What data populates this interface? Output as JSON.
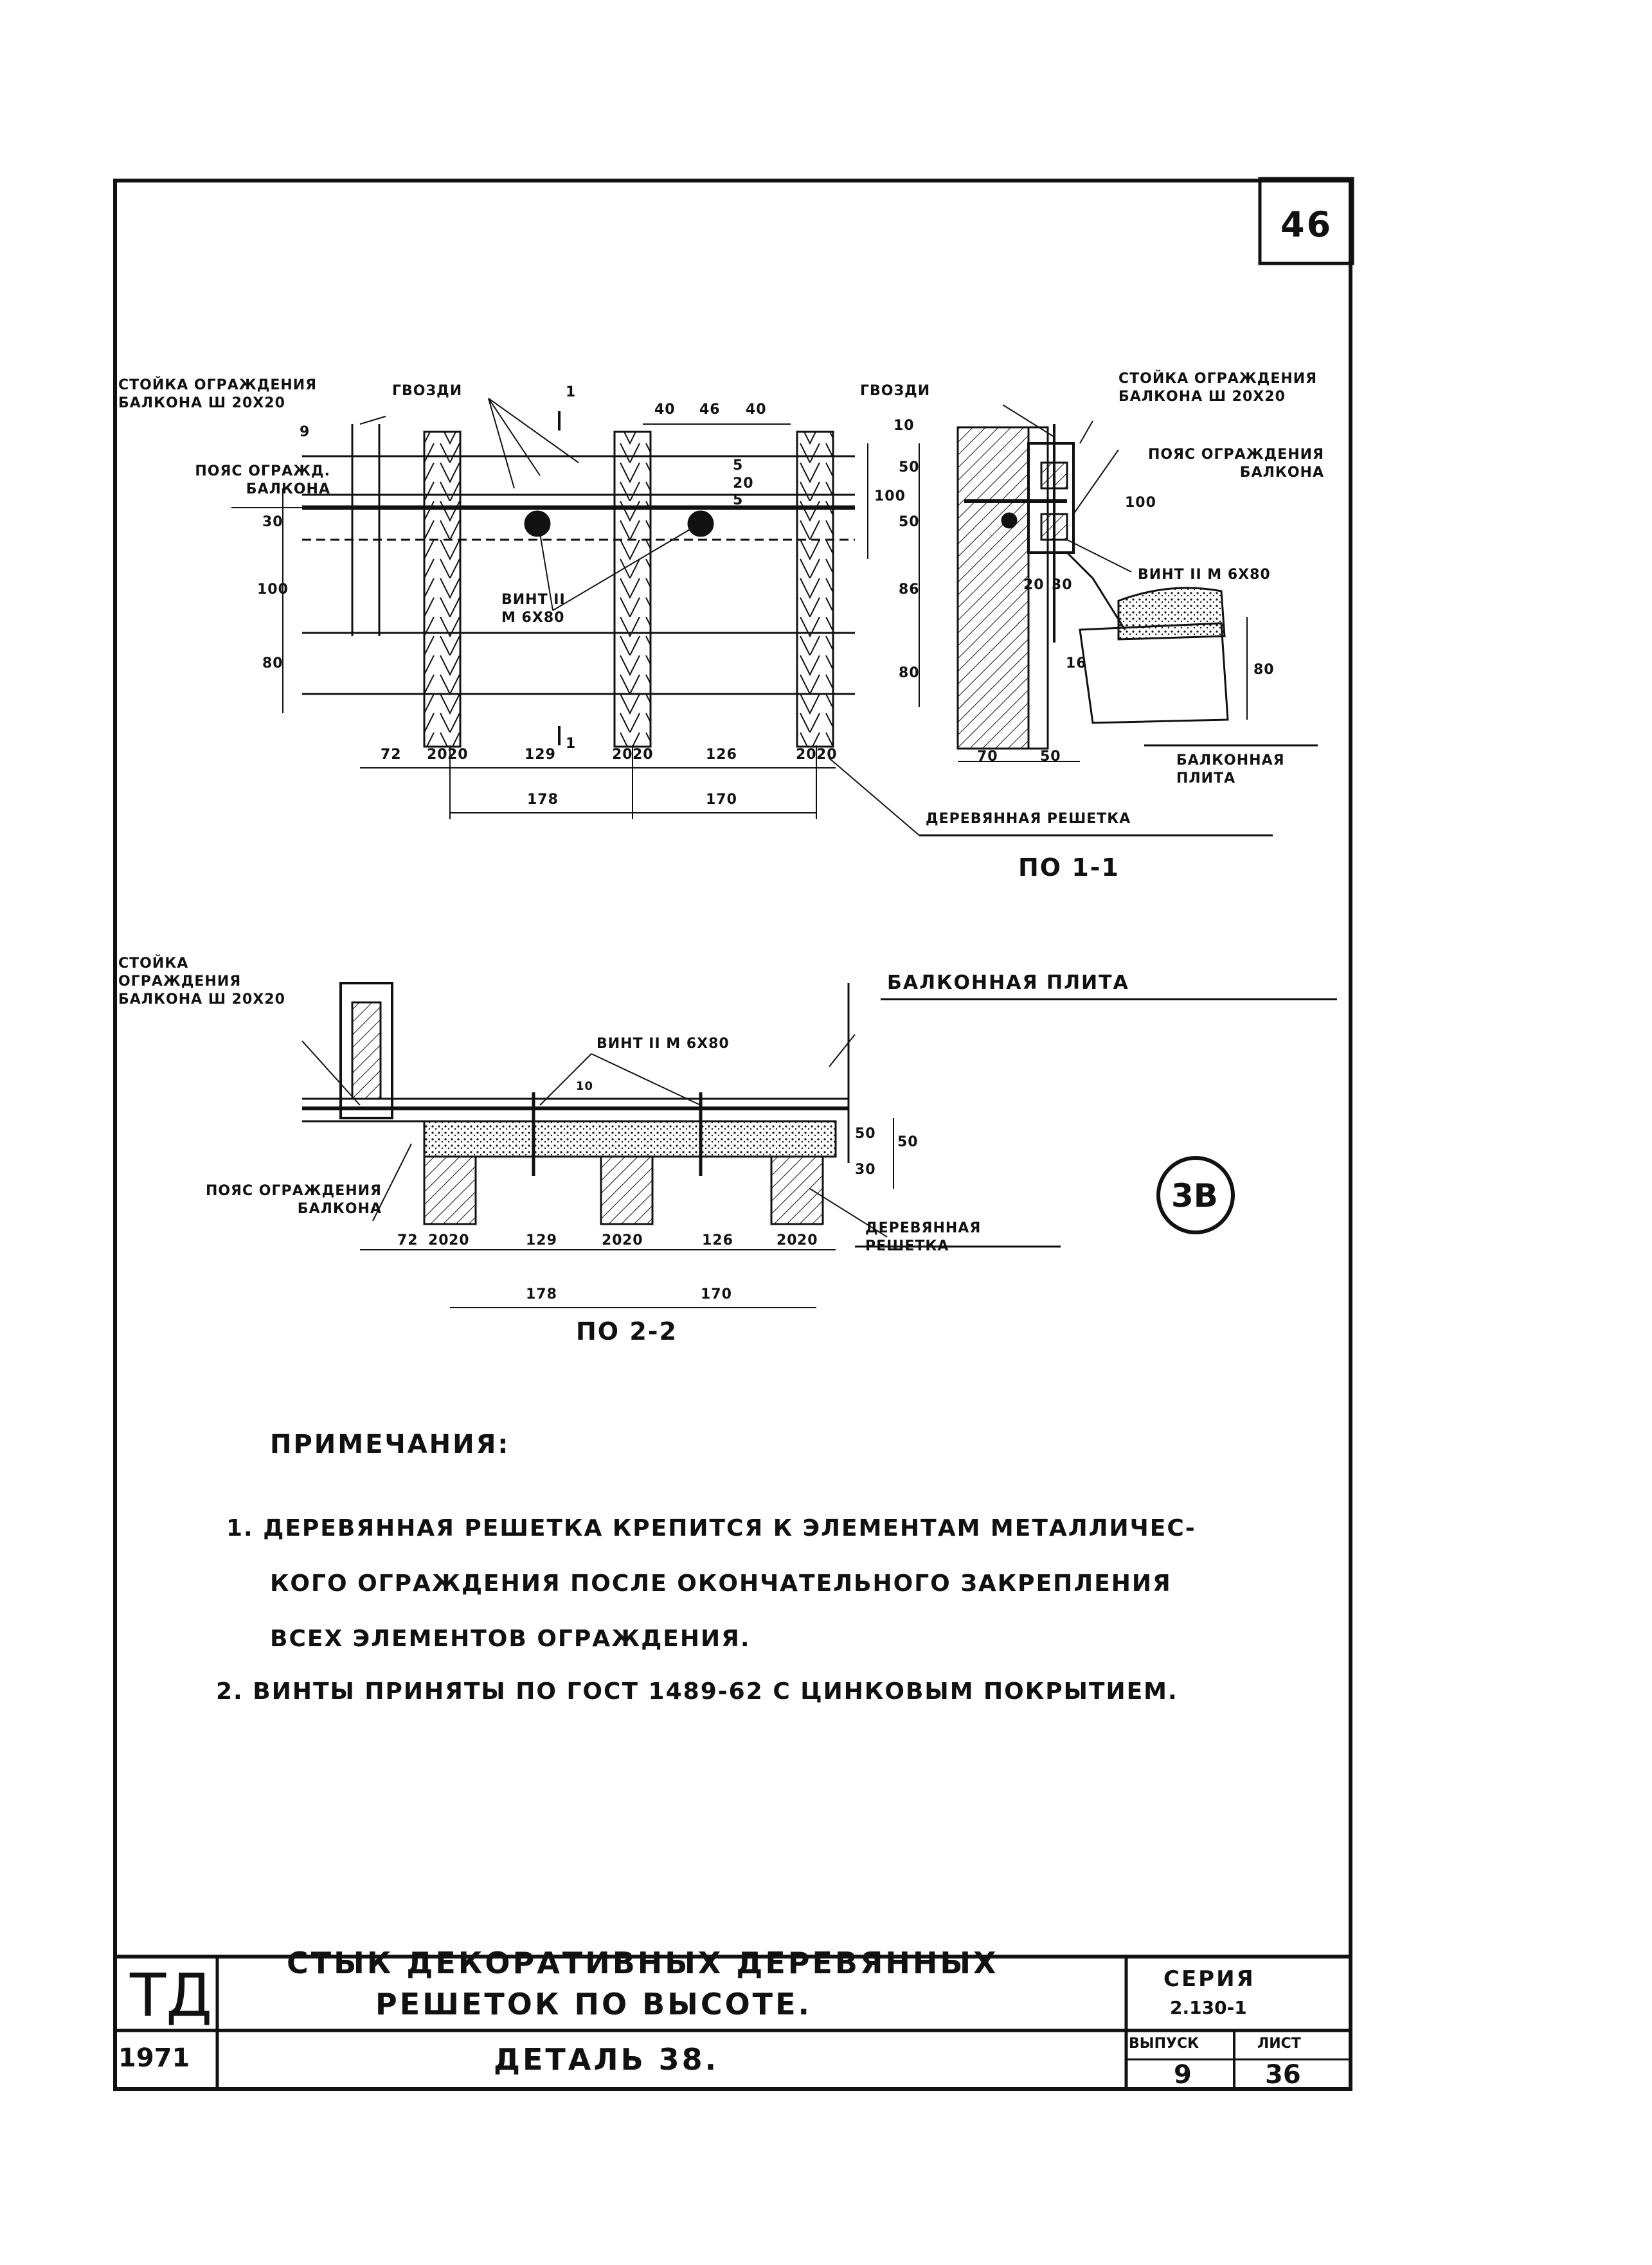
{
  "sheet_corner_number": "46",
  "upper_left_view": {
    "label_post": "СТОЙКА ОГРАЖДЕНИЯ БАЛКОНА ш 20х20",
    "label_nails": "ГВОЗДИ",
    "label_belt": "ПОЯС ОГРАЖД. БАЛКОНА",
    "label_screw": "ВИНТ ІІ М 6х80",
    "section_mark": "1",
    "dim_top": [
      "40",
      "46",
      "40"
    ],
    "dim_right": [
      "5",
      "20",
      "5",
      "100"
    ],
    "dim_left": [
      "9",
      "30",
      "100",
      "80"
    ],
    "dim_bottom_row1": [
      "72",
      "20",
      "20",
      "129",
      "20",
      "20",
      "126",
      "20",
      "20"
    ],
    "dim_bottom_row2": [
      "178",
      "170"
    ]
  },
  "upper_right_view": {
    "label_nails": "ГВОЗДИ",
    "label_post": "СТОЙКА ОГРАЖДЕНИЯ БАЛКОНА ш 20х20",
    "label_belt": "ПОЯС ОГРАЖДЕНИЯ БАЛКОНА",
    "label_screw": "ВИНТ ІІ М 6х80",
    "label_slab": "БАЛКОННАЯ ПЛИТА",
    "label_grid": "ДЕРЕВЯННАЯ РЕШЕТКА",
    "dim_left": [
      "50",
      "50",
      "86",
      "80"
    ],
    "dim_right": [
      "100",
      "16",
      "80"
    ],
    "dim_inner": [
      "20",
      "30"
    ],
    "dim_top": "10",
    "dim_bottom": [
      "70",
      "50"
    ],
    "caption": "ПО 1-1"
  },
  "lower_view": {
    "label_post": "СТОЙКА ОГРАЖДЕНИЯ БАЛКОНА ш 20х20",
    "label_slab": "БАЛКОННАЯ ПЛИТА",
    "label_screw": "ВИНТ ІІ М 6х80",
    "label_belt": "ПОЯС ОГРАЖДЕНИЯ БАЛКОНА",
    "label_grid": "ДЕРЕВЯННАЯ РЕШЕТКА",
    "dim_small": "10",
    "dim_right": [
      "50",
      "50",
      "30"
    ],
    "dim_bottom_row1": [
      "72",
      "20",
      "20",
      "129",
      "20",
      "20",
      "126",
      "20",
      "20"
    ],
    "dim_bottom_row2": [
      "178",
      "170"
    ],
    "caption": "ПО 2-2",
    "detail_mark": "3В"
  },
  "notes": {
    "title": "ПРИМЕЧАНИЯ:",
    "n1_line1": "1. ДЕРЕВЯННАЯ РЕШЕТКА КРЕПИТСЯ К ЭЛЕМЕНТАМ МЕТАЛЛИЧЕС-",
    "n1_line2": "КОГО ОГРАЖДЕНИЯ ПОСЛЕ ОКОНЧАТЕЛЬНОГО ЗАКРЕПЛЕНИЯ",
    "n1_line3": "ВСЕХ ЭЛЕМЕНТОВ ОГРАЖДЕНИЯ.",
    "n2": "2. ВИНТЫ ПРИНЯТЫ ПО ГОСТ 1489-62 С ЦИНКОВЫМ ПОКРЫТИЕМ."
  },
  "title_block": {
    "org": "ТД",
    "year": "1971",
    "title_line1": "СТЫК ДЕКОРАТИВНЫХ ДЕРЕВЯННЫХ",
    "title_line2": "РЕШЕТОК ПО ВЫСОТЕ.",
    "detail": "ДЕТАЛЬ 38.",
    "series_label": "СЕРИЯ",
    "series_value": "2.130-1",
    "issue_label": "ВЫПУСК",
    "issue_value": "9",
    "sheet_label": "ЛИСТ",
    "sheet_value": "36"
  }
}
